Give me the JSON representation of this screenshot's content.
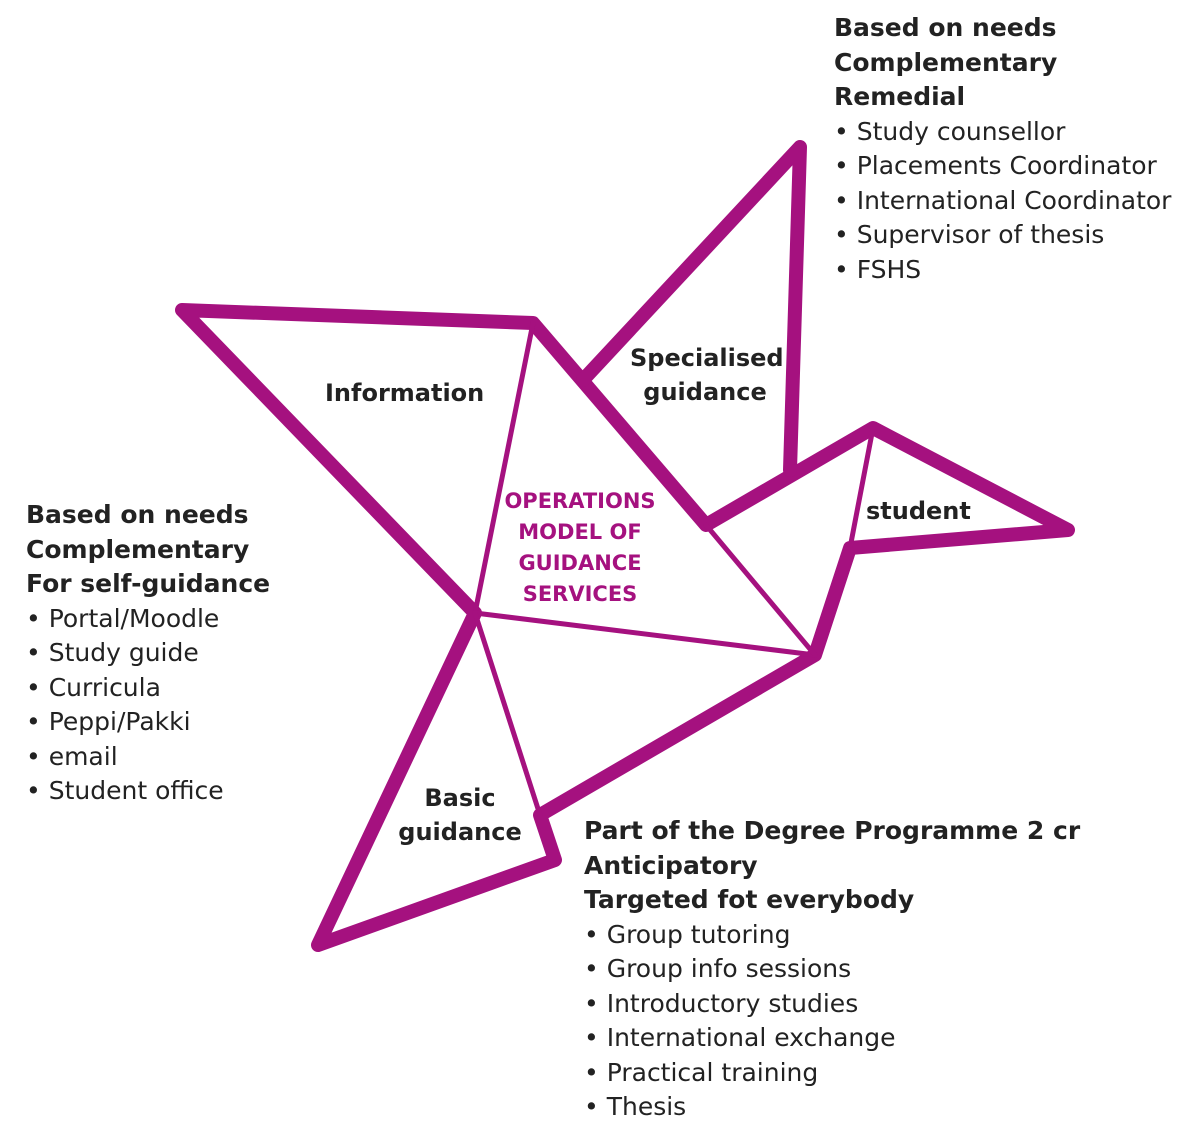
{
  "colors": {
    "accent": "#a5117f",
    "text": "#222222"
  },
  "center_title": [
    "OPERATIONS",
    "MODEL OF",
    "GUIDANCE",
    "SERVICES"
  ],
  "labels": {
    "information": "Information",
    "specialised": [
      "Specialised",
      "guidance"
    ],
    "student": "student",
    "basic": [
      "Basic",
      "guidance"
    ]
  },
  "top_right": {
    "headings": [
      "Based on needs",
      "Complementary",
      "Remedial"
    ],
    "items": [
      "Study counsellor",
      "Placements Coordinator",
      "International Coordinator",
      "Supervisor of thesis",
      "FSHS"
    ]
  },
  "left": {
    "headings": [
      "Based on needs",
      "Complementary",
      "For self-guidance"
    ],
    "items": [
      "Portal/Moodle",
      "Study guide",
      "Curricula",
      "Peppi/Pakki",
      "email",
      "Student office"
    ]
  },
  "bottom": {
    "headings": [
      "Part of the Degree Programme 2 cr",
      "Anticipatory",
      "Targeted fot everybody"
    ],
    "items": [
      "Group tutoring",
      "Group info sessions",
      "Introductory studies",
      "International exchange",
      "Practical training",
      "Thesis"
    ]
  }
}
